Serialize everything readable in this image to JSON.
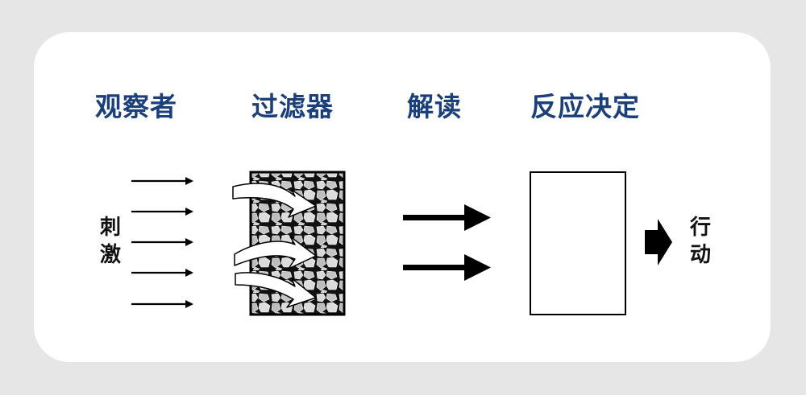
{
  "headings": {
    "observer": "观察者",
    "filter": "过滤器",
    "interpret": "解读",
    "decision": "反应决定"
  },
  "labels": {
    "stimulus": "刺\n激",
    "action": "行\n动"
  },
  "colors": {
    "heading": "#1a3f7a",
    "background": "#e6e6e6",
    "card": "#ffffff",
    "stroke": "#000000",
    "filter_fill": "#d0d0d0"
  },
  "icons": {
    "stimulus_arrows": "thin-right-arrow",
    "filter": "porous-filter-block",
    "interpret_arrows": "thick-right-arrow",
    "decision_box": "empty-rectangle",
    "action_arrow": "block-right-arrow"
  }
}
